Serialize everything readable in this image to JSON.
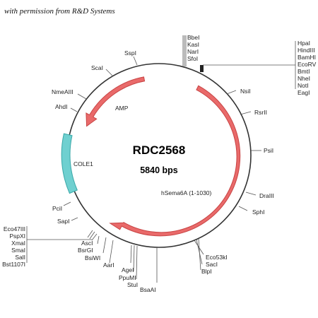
{
  "credit": "with permission from R&D Systems",
  "plasmid": {
    "name": "RDC2568",
    "size": "5840 bps"
  },
  "features": {
    "amp": {
      "label": "AMP",
      "color": "#e96a6a"
    },
    "cole1": {
      "label": "COLE1",
      "color": "#6fd0d0"
    },
    "insert": {
      "label": "hSema6A (1-1030)",
      "color": "#e96a6a"
    }
  },
  "sites": {
    "bbel": "BbeI",
    "kasi": "KasI",
    "nari": "NarI",
    "sfoi": "SfoI",
    "sspi": "SspI",
    "scai": "ScaI",
    "nmeaiii": "NmeAIII",
    "ahdi": "AhdI",
    "nsii": "NsiI",
    "rsrii": "RsrII",
    "psii": "PsiI",
    "draiii": "DraIII",
    "sphi": "SphI",
    "pcii": "PciI",
    "sapi": "SapI",
    "asci": "AscI",
    "bsrgi": "BsrGI",
    "bsiwi": "BsiWI",
    "aari": "AarI",
    "agei": "AgeI",
    "ppumi": "PpuMI",
    "stui": "StuI",
    "bsaai": "BsaAI",
    "eco53ki": "Eco53kI",
    "saci": "SacI",
    "blpi": "BlpI"
  },
  "mcs_right": [
    "HpaI",
    "HindIII",
    "BamHI",
    "EcoRV",
    "BmtI",
    "NheI",
    "NotI",
    "EagI"
  ],
  "mcs_left": [
    "Eco47III",
    "PspXI",
    "XmaI",
    "SmaI",
    "SalI",
    "Bst1107I"
  ]
}
